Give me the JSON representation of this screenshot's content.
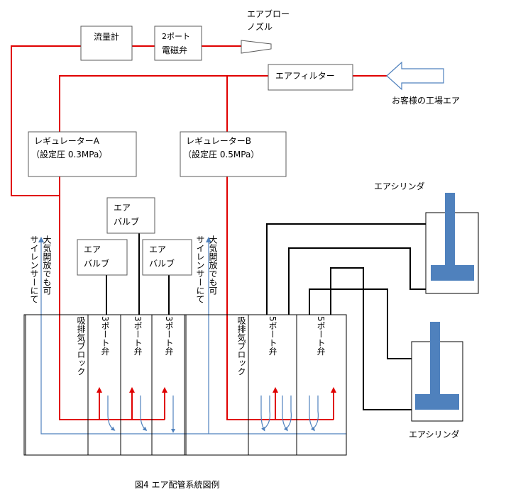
{
  "labels": {
    "flow_meter": "流量計",
    "valve_2port_line1": "2ポート",
    "valve_2port_line2": "電磁弁",
    "air_blow_line1": "エアブロー",
    "air_blow_line2": "ノズル",
    "air_filter": "エアフィルター",
    "customer_air": "お客様の工場エア",
    "regulator_a_line1": "レギュレーターA",
    "regulator_a_line2": "（設定圧  0.3MPa）",
    "regulator_b_line1": "レギュレーターB",
    "regulator_b_line2": "（設定圧  0.5MPa）",
    "air_valve_line1": "エア",
    "air_valve_line2": "バルブ",
    "air_cylinder": "エアシリンダ",
    "silencer_line1": "サイレンサーにて",
    "silencer_line2": "大気開放でも可",
    "exhaust_block": "吸排気ブロック",
    "valve_3port": "3ポート弁",
    "valve_5port": "5ポート弁",
    "caption": "図4  エア配管系統図例"
  },
  "colors": {
    "supply_line": "#e00000",
    "signal_line": "#000000",
    "exhaust_line": "#4f81bd",
    "cylinder": "#4f81bd",
    "box_border": "#5b5b5b"
  }
}
